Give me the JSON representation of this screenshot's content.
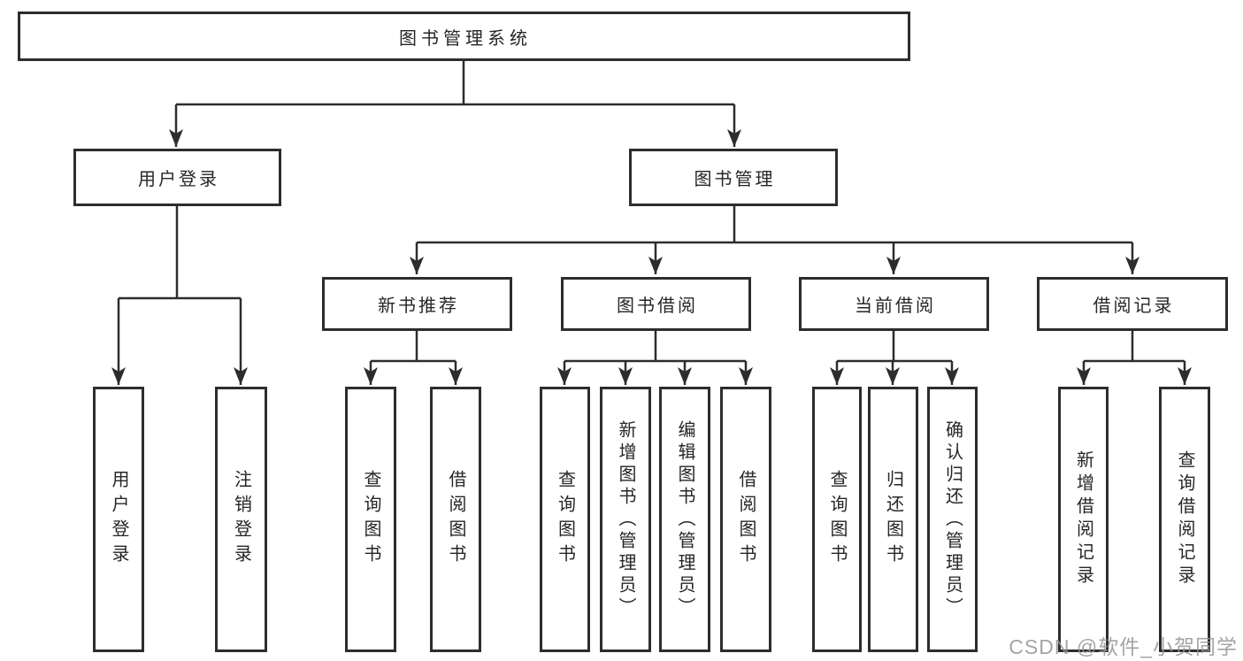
{
  "diagram": {
    "type": "hierarchy-tree",
    "title": "图书管理系统",
    "nodes": {
      "root": "图书管理系统",
      "user_login": "用户登录",
      "book_mgmt": "图书管理",
      "new_book_rec": "新书推荐",
      "book_borrow": "图书借阅",
      "current_borrow": "当前借阅",
      "borrow_records": "借阅记录",
      "a1_user_login": "用户登录",
      "a2_logout": "注销登录",
      "b1_query_books": "查询图书",
      "b2_borrow_books": "借阅图书",
      "c1_query_books": "查询图书",
      "c2_add_books_admin": "新增图书（管理员）",
      "c3_edit_books_admin": "编辑图书（管理员）",
      "c4_borrow_books": "借阅图书",
      "d1_query_books": "查询图书",
      "d2_return_books": "归还图书",
      "d3_confirm_return_admin": "确认归还（管理员）",
      "e1_add_borrow_record": "新增借阅记录",
      "e2_query_borrow_record": "查询借阅记录"
    },
    "edges": [
      [
        "root",
        "user_login"
      ],
      [
        "root",
        "book_mgmt"
      ],
      [
        "user_login",
        "a1_user_login"
      ],
      [
        "user_login",
        "a2_logout"
      ],
      [
        "book_mgmt",
        "new_book_rec"
      ],
      [
        "book_mgmt",
        "book_borrow"
      ],
      [
        "book_mgmt",
        "current_borrow"
      ],
      [
        "book_mgmt",
        "borrow_records"
      ],
      [
        "new_book_rec",
        "b1_query_books"
      ],
      [
        "new_book_rec",
        "b2_borrow_books"
      ],
      [
        "book_borrow",
        "c1_query_books"
      ],
      [
        "book_borrow",
        "c2_add_books_admin"
      ],
      [
        "book_borrow",
        "c3_edit_books_admin"
      ],
      [
        "book_borrow",
        "c4_borrow_books"
      ],
      [
        "current_borrow",
        "d1_query_books"
      ],
      [
        "current_borrow",
        "d2_return_books"
      ],
      [
        "current_borrow",
        "d3_confirm_return_admin"
      ],
      [
        "borrow_records",
        "e1_add_borrow_record"
      ],
      [
        "borrow_records",
        "e2_query_borrow_record"
      ]
    ],
    "colors": {
      "line": "#2d2d2d",
      "box_border": "#2d2d2d",
      "box_fill": "#ffffff",
      "text": "#262626",
      "background": "#ffffff",
      "watermark": "#949496"
    },
    "watermark": "CSDN @软件_小贺同学"
  }
}
